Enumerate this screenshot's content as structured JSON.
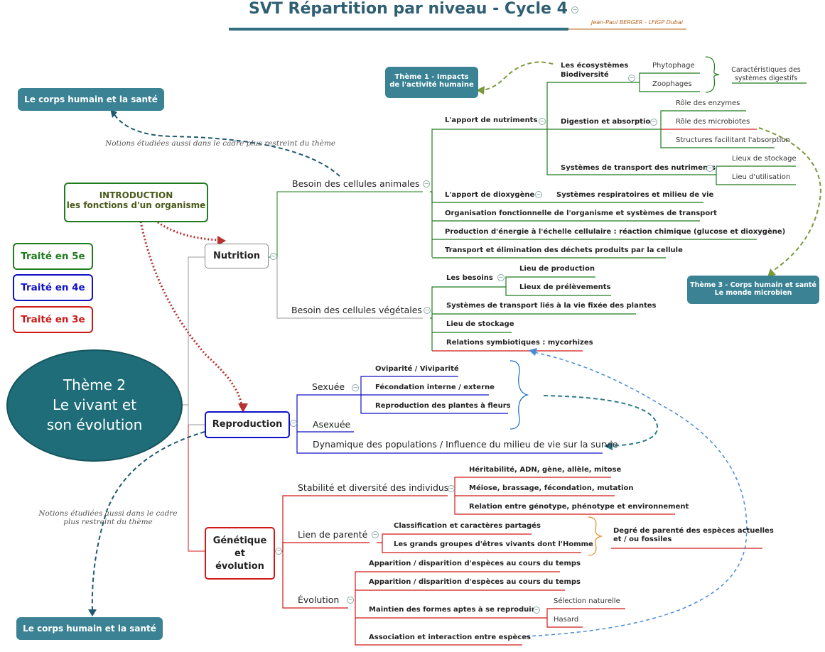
{
  "title": "SVT  Répartition par niveau - Cycle 4",
  "author": "Jean-Paul BERGER - LFIGP Dubai",
  "colors": {
    "teal": "#3a8294",
    "green": "#1e7b1e",
    "blue": "#1010c8",
    "red": "#d01818",
    "gray": "#999999",
    "darkteal": "#1e6d78"
  },
  "legend": [
    "Traité en 5e",
    "Traité en 4e",
    "Traité en 3e"
  ],
  "center": {
    "line1": "Thème 2",
    "line2": "Le vivant et",
    "line3": "son évolution"
  },
  "intro": {
    "line1": "INTRODUCTION",
    "line2": "les fonctions d'un organisme"
  },
  "links": {
    "corps_top": "Le corps humain et la santé",
    "corps_bottom": "Le corps humain et la santé",
    "theme1_l1": "Thème 1 - Impacts",
    "theme1_l2": "de l'activité humaine",
    "theme3_l1": "Thème 3 - Corps humain et santé",
    "theme3_l2": "Le monde microbien"
  },
  "notes": {
    "top": "Notions étudiées aussi dans le cadre plus restreint du thème",
    "left_l1": "Notions étudiées aussi dans le cadre",
    "left_l2": "plus restreint du thème"
  },
  "nutrition": {
    "label": "Nutrition",
    "animal": "Besoin des cellules animales",
    "vegetal": "Besoin des cellules végétales",
    "apport_nutriments": "L'apport de nutriments",
    "ecosystemes_l1": "Les écosystèmes",
    "ecosystemes_l2": "Biodiversité",
    "phytophage": "Phytophage",
    "zoophages": "Zoophages",
    "carac_l1": "Caractéristiques des",
    "carac_l2": "systèmes digestifs",
    "digestion": "Digestion et absorption",
    "role_enzymes": "Rôle des enzymes",
    "role_microbiotes": "Rôle des microbiotes",
    "structures": "Structures facilitant l'absorption",
    "transport_nutriments": "Systèmes de transport des nutriments",
    "lieux_stockage": "Lieux de stockage",
    "lieu_utilisation": "Lieu d'utilisation",
    "apport_dioxygene": "L'apport de dioxygène",
    "respiratoires": "Systèmes respiratoires et milieu de vie",
    "organisation": "Organisation fonctionnelle de l'organisme et systèmes de transport",
    "production_energie": "Production d'énergie à l'échelle cellulaire : réaction chimique (glucose et dioxygène)",
    "transport_dechets": "Transport et élimination des déchets produits par la cellule",
    "besoins": "Les besoins",
    "lieu_production": "Lieu de production",
    "lieux_prelevements": "Lieux de prélèvements",
    "transport_plantes": "Systèmes de transport liés à la vie fixée des plantes",
    "lieu_stockage": "Lieu de stockage",
    "symbiotiques": "Relations symbiotiques : mycorhizes"
  },
  "reproduction": {
    "label": "Reproduction",
    "sexuee": "Sexuée",
    "asexuee": "Asexuée",
    "oviparite": "Oviparité / Viviparité",
    "fecondation": "Fécondation interne / externe",
    "repro_plantes": "Reproduction des plantes à fleurs",
    "dynamique": "Dynamique des populations / Influence du milieu de vie sur la survie"
  },
  "genetique": {
    "label_l1": "Génétique",
    "label_l2": "et",
    "label_l3": "évolution",
    "stabilite": "Stabilité et diversité des individus",
    "heritabilite": "Héritabilité, ADN, gène, allèle, mitose",
    "meiose": "Méiose, brassage, fécondation, mutation",
    "relation": "Relation entre génotype, phénotype et environnement",
    "parente": "Lien de parenté",
    "classification": "Classification et caractères partagés",
    "grands_groupes": "Les grands groupes d'êtres vivants dont l'Homme",
    "degre_l1": "Degré de parenté des espèces actuelles",
    "degre_l2": "et / ou fossiles",
    "evolution": "Évolution",
    "apparition1": "Apparition / disparition d'espèces au cours du temps",
    "apparition2": "Apparition / disparition d'espèces au cours du temps",
    "maintien": "Maintien des formes aptes à se reproduire",
    "selection": "Sélection naturelle",
    "hasard": "Hasard",
    "association": "Association et interaction entre espèces"
  }
}
